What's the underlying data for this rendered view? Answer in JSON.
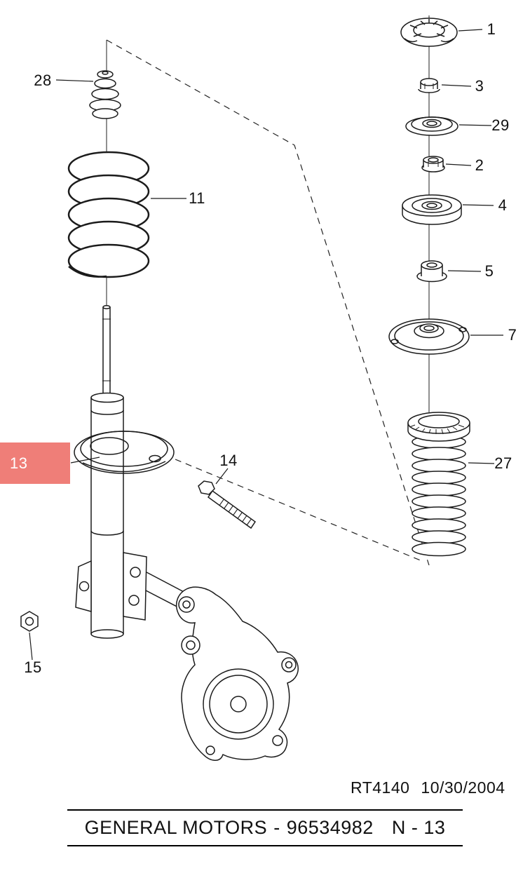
{
  "diagram": {
    "highlight_color": "#ef7e78",
    "callouts": [
      {
        "label": "1"
      },
      {
        "label": "3"
      },
      {
        "label": "29"
      },
      {
        "label": "2"
      },
      {
        "label": "4"
      },
      {
        "label": "5"
      },
      {
        "label": "7"
      },
      {
        "label": "27"
      },
      {
        "label": "28"
      },
      {
        "label": "11"
      },
      {
        "label": "13",
        "highlighted": true
      },
      {
        "label": "14"
      },
      {
        "label": "15"
      }
    ]
  },
  "drawing_ref": {
    "code": "RT4140",
    "date": "10/30/2004"
  },
  "footer": {
    "brand": "GENERAL MOTORS",
    "separator": "-",
    "part_number": "96534982",
    "sheet_ref": "N - 13"
  }
}
